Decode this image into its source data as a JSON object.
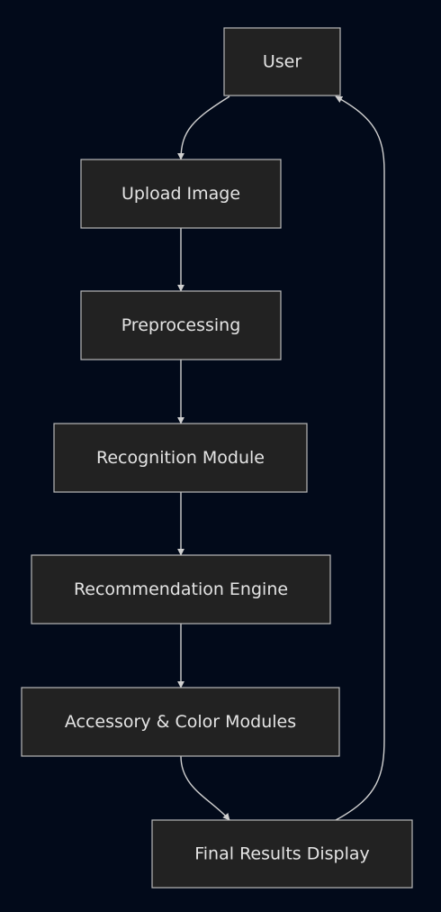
{
  "diagram": {
    "type": "flowchart",
    "nodes": [
      {
        "id": "user",
        "label": "User"
      },
      {
        "id": "upload",
        "label": "Upload Image"
      },
      {
        "id": "preprocessing",
        "label": "Preprocessing"
      },
      {
        "id": "recognition",
        "label": "Recognition Module"
      },
      {
        "id": "recommendation",
        "label": "Recommendation Engine"
      },
      {
        "id": "accessory",
        "label": "Accessory & Color Modules"
      },
      {
        "id": "final",
        "label": "Final Results Display"
      }
    ],
    "edges": [
      {
        "from": "user",
        "to": "upload"
      },
      {
        "from": "upload",
        "to": "preprocessing"
      },
      {
        "from": "preprocessing",
        "to": "recognition"
      },
      {
        "from": "recognition",
        "to": "recommendation"
      },
      {
        "from": "recommendation",
        "to": "accessory"
      },
      {
        "from": "accessory",
        "to": "final"
      },
      {
        "from": "final",
        "to": "user"
      }
    ],
    "colors": {
      "background": "#020a1a",
      "node_fill": "#222222",
      "node_stroke": "#b9b9b9",
      "text": "#e4e4e4",
      "edge": "#d0d0d0"
    }
  }
}
